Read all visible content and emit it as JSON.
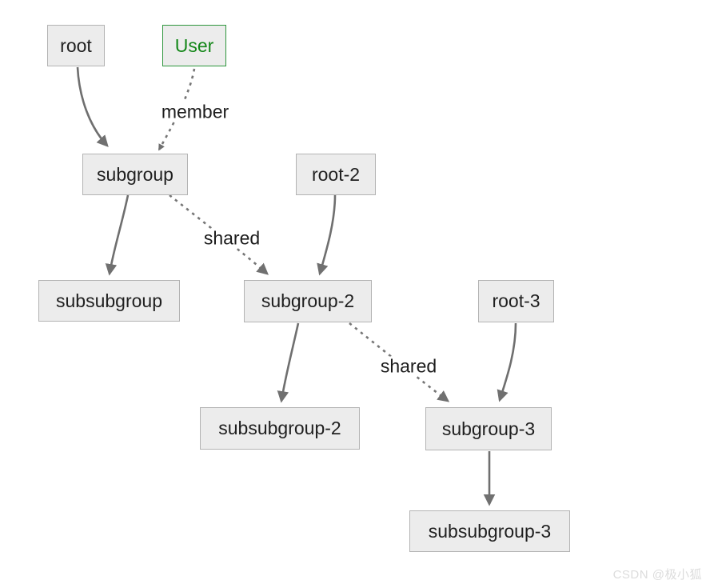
{
  "diagram": {
    "type": "flowchart",
    "nodes": [
      {
        "id": "root",
        "label": "root",
        "variant": "default"
      },
      {
        "id": "user",
        "label": "User",
        "variant": "user"
      },
      {
        "id": "subgroup",
        "label": "subgroup",
        "variant": "default"
      },
      {
        "id": "root-2",
        "label": "root-2",
        "variant": "default"
      },
      {
        "id": "subsubgroup",
        "label": "subsubgroup",
        "variant": "default"
      },
      {
        "id": "subgroup-2",
        "label": "subgroup-2",
        "variant": "default"
      },
      {
        "id": "root-3",
        "label": "root-3",
        "variant": "default"
      },
      {
        "id": "subsubgroup-2",
        "label": "subsubgroup-2",
        "variant": "default"
      },
      {
        "id": "subgroup-3",
        "label": "subgroup-3",
        "variant": "default"
      },
      {
        "id": "subsubgroup-3",
        "label": "subsubgroup-3",
        "variant": "default"
      }
    ],
    "edges": [
      {
        "from": "root",
        "to": "subgroup",
        "style": "solid",
        "label": ""
      },
      {
        "from": "User",
        "to": "subgroup",
        "style": "dashed",
        "label": "member"
      },
      {
        "from": "subgroup",
        "to": "subsubgroup",
        "style": "solid",
        "label": ""
      },
      {
        "from": "subgroup",
        "to": "subgroup-2",
        "style": "dashed",
        "label": "shared"
      },
      {
        "from": "root-2",
        "to": "subgroup-2",
        "style": "solid",
        "label": ""
      },
      {
        "from": "subgroup-2",
        "to": "subsubgroup-2",
        "style": "solid",
        "label": ""
      },
      {
        "from": "subgroup-2",
        "to": "subgroup-3",
        "style": "dashed",
        "label": "shared"
      },
      {
        "from": "root-3",
        "to": "subgroup-3",
        "style": "solid",
        "label": ""
      },
      {
        "from": "subgroup-3",
        "to": "subsubgroup-3",
        "style": "solid",
        "label": ""
      }
    ],
    "colors": {
      "node_fill": "#ececec",
      "node_border": "#b3b3b3",
      "node_text": "#1f1f1f",
      "user_border": "#2d963c",
      "user_text": "#148719",
      "edge": "#6f6f6f",
      "watermark": "#dcdcdc"
    }
  },
  "watermark": {
    "text": "CSDN @极小狐"
  }
}
